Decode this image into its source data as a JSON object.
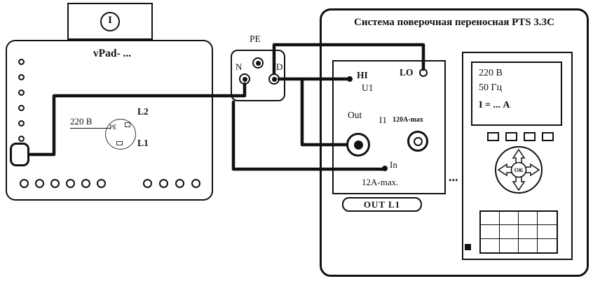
{
  "vpad": {
    "title": "vPad- ...",
    "top_module_symbol": "I",
    "voltage_label": "220 В",
    "socket": {
      "pe": "PE",
      "l2": "L2",
      "l1": "L1"
    }
  },
  "adapter": {
    "pe": "PE",
    "n": "N",
    "d": "D"
  },
  "pts": {
    "title": "Система поверочная переносная PTS 3.3C",
    "panel": {
      "hi": "HI",
      "lo": "LO",
      "u1": "U1",
      "out": "Out",
      "i1": "I1",
      "i1_max": "120A-max",
      "in": "In",
      "in_max": "12A-max.",
      "out_l1": "OUT L1"
    },
    "ellipsis": "...",
    "display": {
      "line1": "220 В",
      "line2": "50 Гц",
      "line3": "I = ... А"
    },
    "ok_button": "ОК"
  },
  "colors": {
    "line": "#111111",
    "background": "#ffffff"
  }
}
